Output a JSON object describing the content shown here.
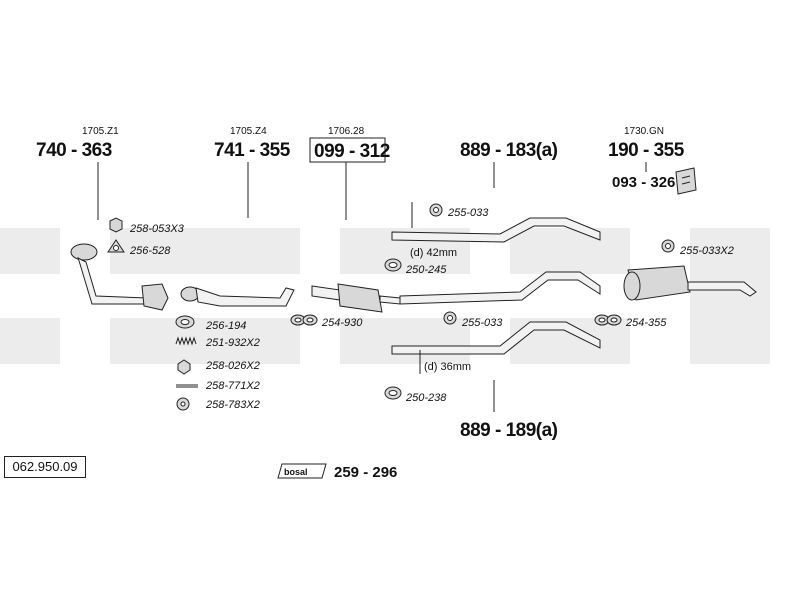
{
  "catalog_number": "062.950.09",
  "brand": {
    "logo_text": "bosal"
  },
  "watermark_text": "bosal",
  "assemblies": {
    "front_pipe": {
      "ref": "1705.Z1",
      "part": "740 - 363"
    },
    "intermediate_pipe": {
      "ref": "1705.Z4",
      "part": "741 - 355"
    },
    "catalytic_converter": {
      "ref": "1706.28",
      "part": "099 - 312"
    },
    "middle_pipe_a": {
      "part": "889 - 183(a)"
    },
    "middle_pipe_b": {
      "part": "889 - 189(a)"
    },
    "rear_silencer": {
      "ref": "1730.GN",
      "part": "190 - 355"
    },
    "heat_shield": {
      "part": "093 - 326"
    },
    "mounting_kit": {
      "part": "259 - 296"
    }
  },
  "fittings": [
    {
      "id": "f1",
      "label": "258-053X3"
    },
    {
      "id": "f2",
      "label": "256-528"
    },
    {
      "id": "f3",
      "label": "256-194"
    },
    {
      "id": "f4",
      "label": "251-932X2"
    },
    {
      "id": "f5",
      "label": "258-026X2"
    },
    {
      "id": "f6",
      "label": "258-771X2"
    },
    {
      "id": "f7",
      "label": "258-783X2"
    },
    {
      "id": "f8",
      "label": "254-930"
    },
    {
      "id": "f9",
      "label": "255-033"
    },
    {
      "id": "f10",
      "label": "250-245"
    },
    {
      "id": "f11",
      "label": "255-033"
    },
    {
      "id": "f12",
      "label": "250-238"
    },
    {
      "id": "f13",
      "label": "255-033X2"
    },
    {
      "id": "f14",
      "label": "254-355"
    }
  ],
  "dimensions": {
    "pipe_a": "(d) 42mm",
    "pipe_b": "(d) 36mm"
  }
}
